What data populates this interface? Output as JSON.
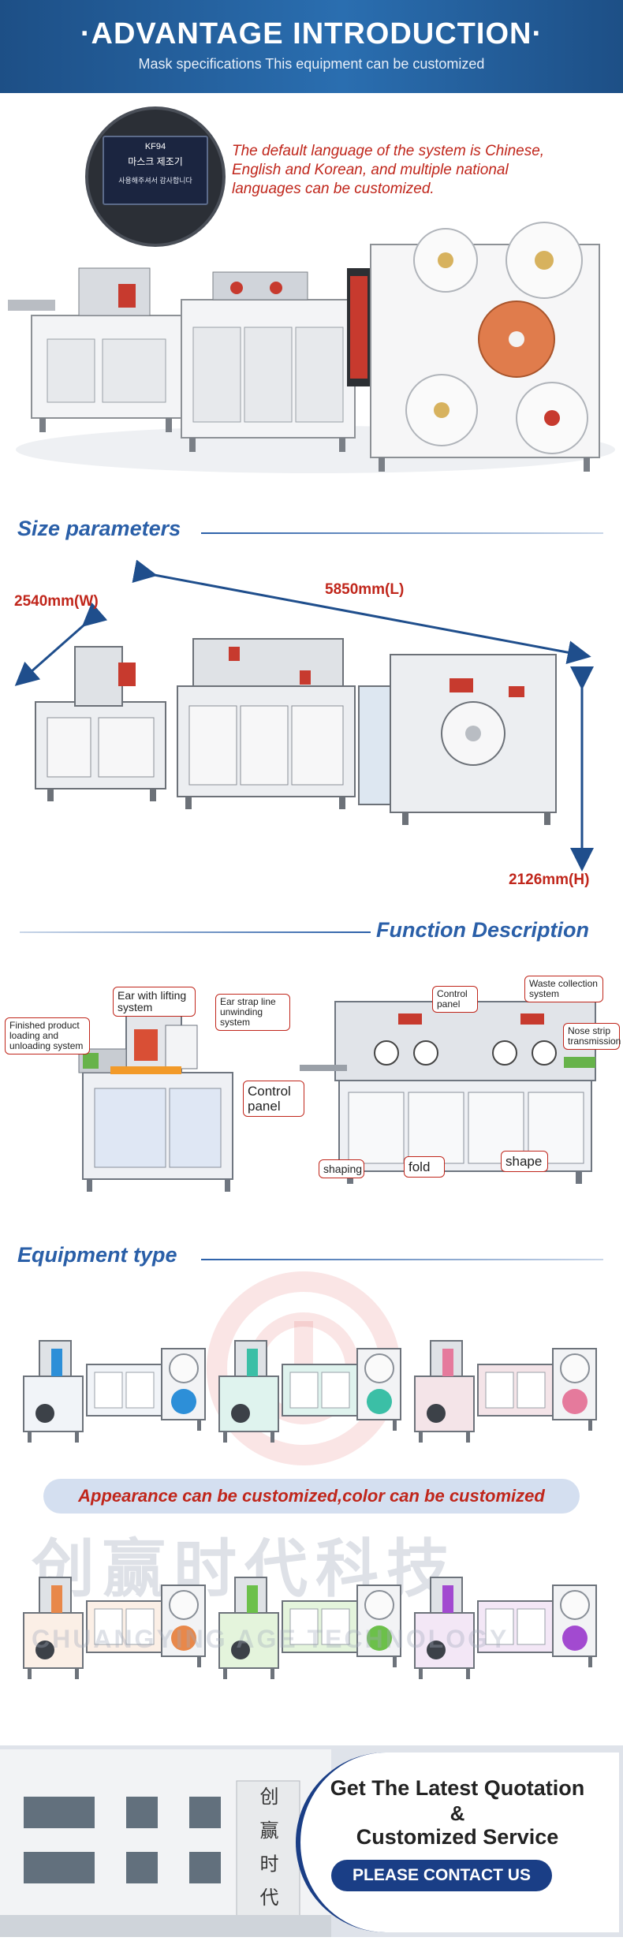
{
  "header": {
    "title": "·ADVANTAGE INTRODUCTION·",
    "subtitle": "Mask specifications This equipment can be customized"
  },
  "intro": {
    "screen_title": "KF94",
    "screen_line1": "마스크 제조기",
    "screen_line2": "사용해주셔서 감사합니다",
    "note": "The default language of the system is Chinese, English and Korean, and multiple national languages can be customized."
  },
  "size": {
    "title": "Size parameters",
    "width_label": "2540mm(W)",
    "length_label": "5850mm(L)",
    "height_label": "2126mm(H)"
  },
  "function": {
    "title": "Function Description",
    "labels": {
      "finished": "Finished product loading and unloading system",
      "ear_lifting": "Ear with lifting system",
      "ear_strap": "Ear strap line unwinding system",
      "control_left": "Control panel",
      "control_right": "Control panel",
      "waste": "Waste collection system",
      "nose": "Nose strip transmission",
      "shaping": "shaping",
      "fold": "fold",
      "shape": "shape"
    }
  },
  "equipment": {
    "title": "Equipment type",
    "banner": "Appearance can be customized,color can be customized",
    "variants": [
      "#f1f4f8",
      "#dff3ee",
      "#f4e4e8",
      "#fbefe6",
      "#e4f4dc",
      "#f3e7f6"
    ],
    "accents": [
      "#2d8fd8",
      "#3bbfa6",
      "#e57a9c",
      "#e8884a",
      "#6cc04a",
      "#a24ad0"
    ],
    "watermark_cn": "创赢时代科技",
    "watermark_en": "CHUANGYING AGE TECHNOLOGY"
  },
  "contact": {
    "building_sign": "创 赢 时 代",
    "line1": "Get The Latest Quotation",
    "line2": "&",
    "line3": "Customized Service",
    "button": "PLEASE CONTACT US"
  }
}
